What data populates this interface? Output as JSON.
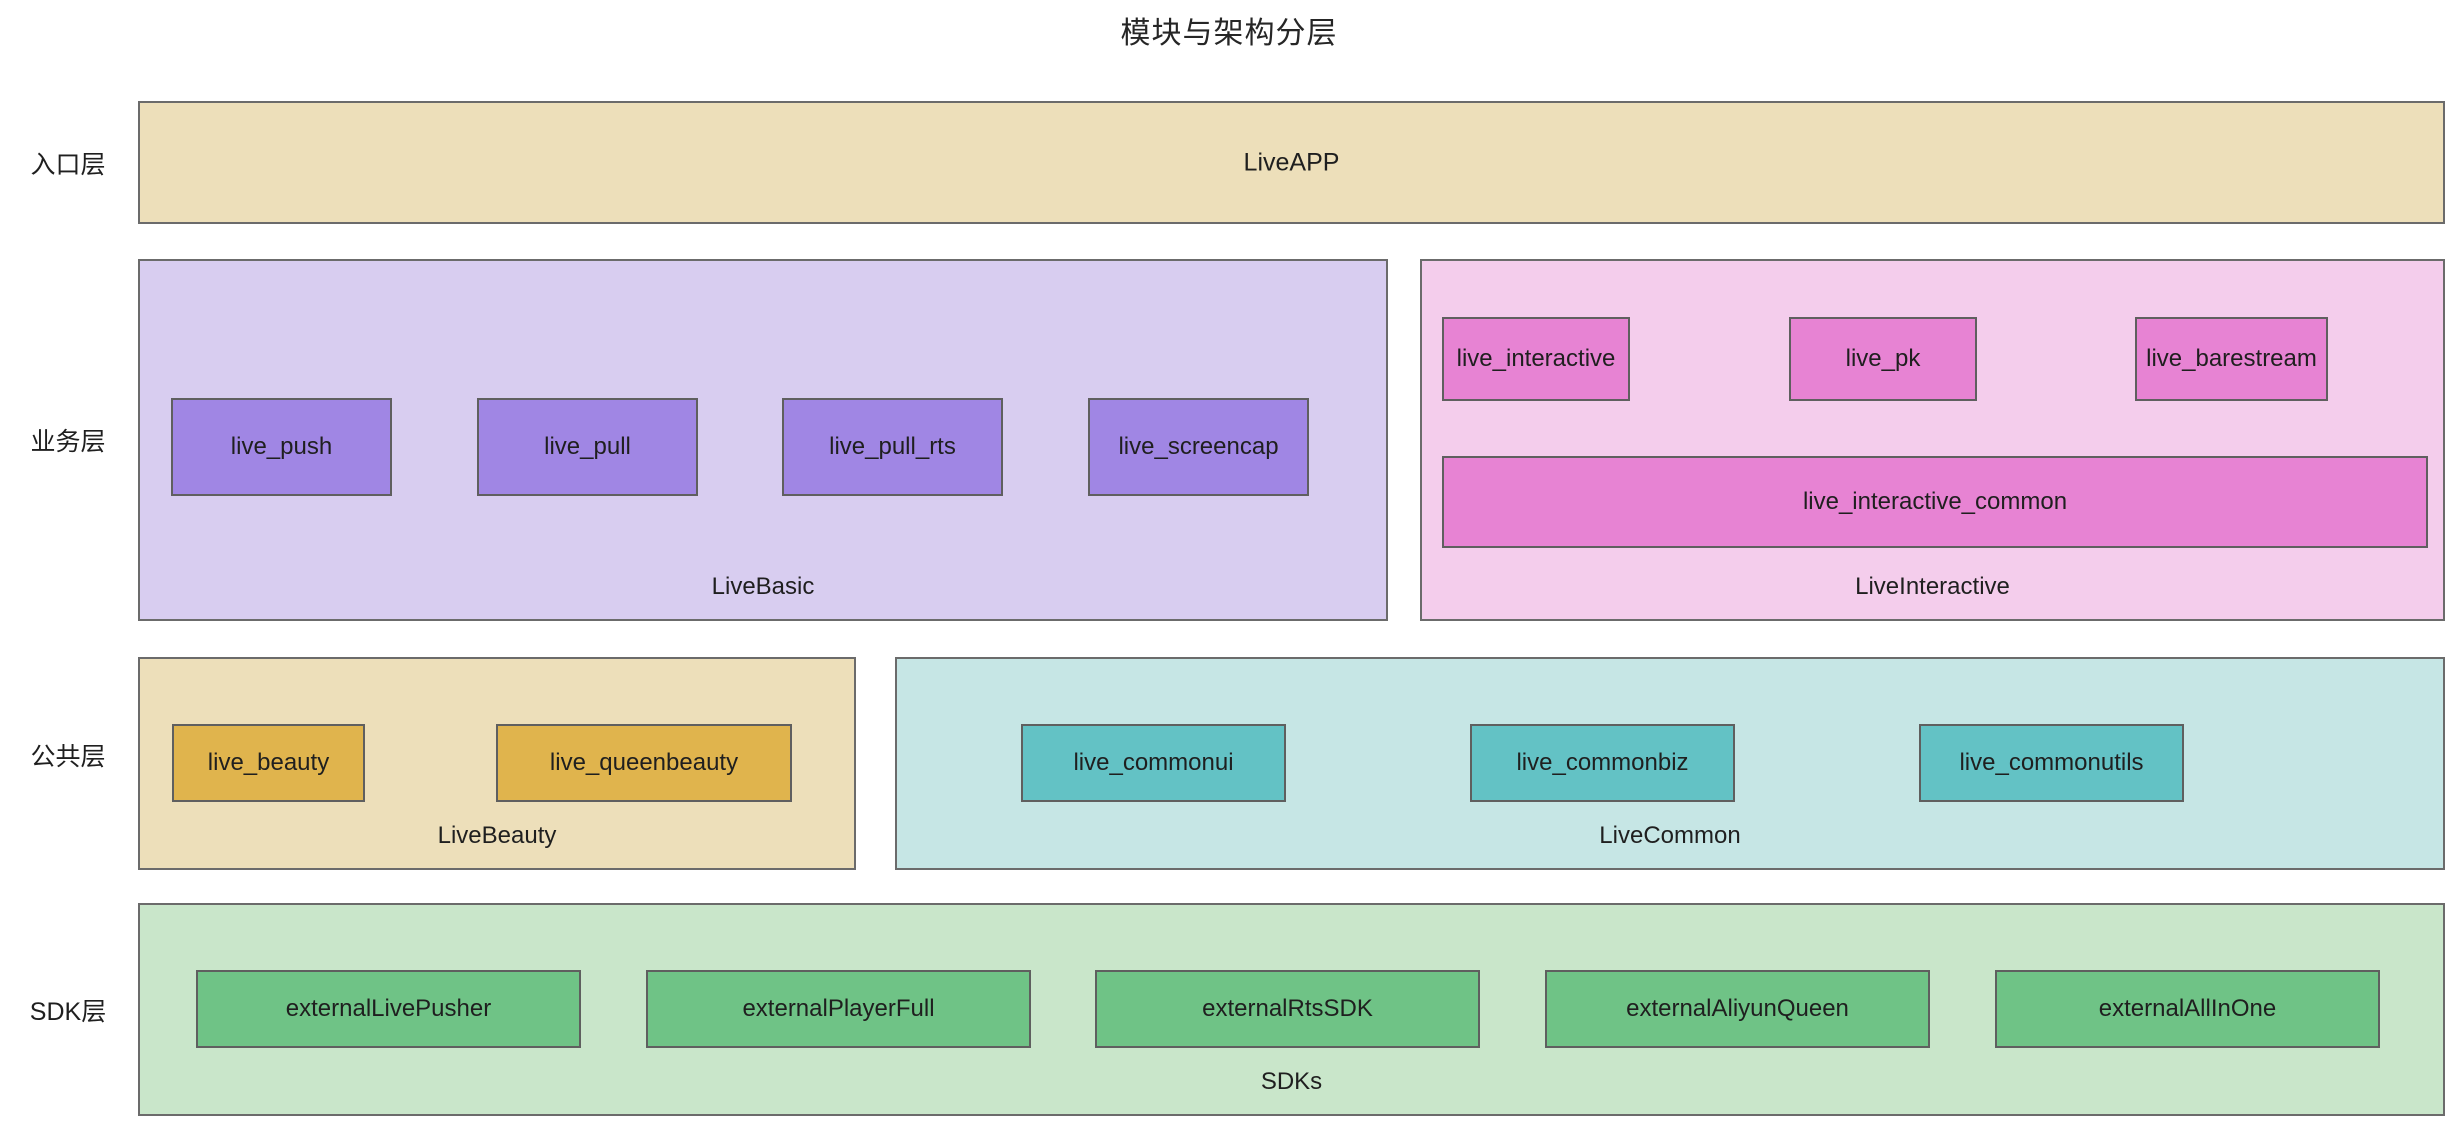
{
  "title": "模块与架构分层",
  "colors": {
    "entry_group": "#eddfba",
    "basic_group": "#d8cdf0",
    "basic_node": "#a086e4",
    "interactive_group": "#f4cdec",
    "interactive_node": "#e783d3",
    "beauty_group": "#eddfba",
    "beauty_node": "#e0b44d",
    "common_group": "#c6e6e5",
    "common_node": "#63c2c5",
    "sdk_group": "#c9e6ca",
    "sdk_node": "#6fc386",
    "border": "#6b6b6b",
    "text": "#1f1f1f",
    "background": "#ffffff"
  },
  "layers": [
    {
      "label": "入口层"
    },
    {
      "label": "业务层"
    },
    {
      "label": "公共层"
    },
    {
      "label": "SDK层"
    }
  ],
  "entry_layer": {
    "group_label": "LiveAPP"
  },
  "business_layer": {
    "basic": {
      "caption": "LiveBasic",
      "nodes": [
        {
          "label": "live_push"
        },
        {
          "label": "live_pull"
        },
        {
          "label": "live_pull_rts"
        },
        {
          "label": "live_screencap"
        }
      ]
    },
    "interactive": {
      "caption": "LiveInteractive",
      "nodes": [
        {
          "label": "live_interactive"
        },
        {
          "label": "live_pk"
        },
        {
          "label": "live_barestream"
        }
      ],
      "wide_node": {
        "label": "live_interactive_common"
      }
    }
  },
  "public_layer": {
    "beauty": {
      "caption": "LiveBeauty",
      "nodes": [
        {
          "label": "live_beauty"
        },
        {
          "label": "live_queenbeauty"
        }
      ]
    },
    "common": {
      "caption": "LiveCommon",
      "nodes": [
        {
          "label": "live_commonui"
        },
        {
          "label": "live_commonbiz"
        },
        {
          "label": "live_commonutils"
        }
      ]
    }
  },
  "sdk_layer": {
    "caption": "SDKs",
    "nodes": [
      {
        "label": "externalLivePusher"
      },
      {
        "label": "externalPlayerFull"
      },
      {
        "label": "externalRtsSDK"
      },
      {
        "label": "externalAliyunQueen"
      },
      {
        "label": "externalAllInOne"
      }
    ]
  }
}
